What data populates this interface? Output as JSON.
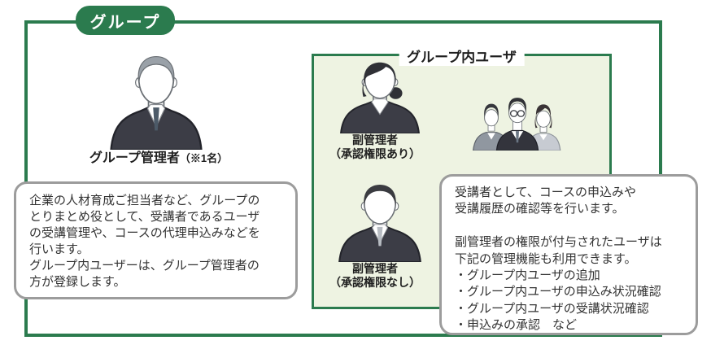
{
  "page": {
    "outer_label": "グループ",
    "inner_box_title": "グループ内ユーザ",
    "group_admin": {
      "label": "グループ管理者",
      "note": "（※1名）"
    },
    "sub_admin_with_approval": [
      "副管理者",
      "（承認権限あり）"
    ],
    "sub_admin_without_approval": [
      "副管理者",
      "（承認権限なし）"
    ],
    "admin_bubble_lines": [
      "企業の人材育成ご担当者など、グループの",
      "とりまとめ役として、受講者であるユーザ",
      "の受講管理や、コースの代理申込みなどを",
      "行います。",
      "グループ内ユーザーは、グループ管理者の",
      "方が登録します。"
    ],
    "member_bubble_lines": [
      "受講者として、コースの申込みや",
      "受講履歴の確認等を行います。",
      "",
      "副管理者の権限が付与されたユーザは",
      "下記の管理機能も利用できます。",
      "・グループ内ユーザの追加",
      "・グループ内ユーザの申込み状況確認",
      "・グループ内ユーザの受講状況確認",
      "・申込みの承認　など"
    ],
    "icons": {
      "group_admin": "business-man-gray-hair-illustration",
      "sub_admin_with_approval": "business-woman-illustration",
      "sub_admin_without_approval": "business-man-illustration",
      "group_members": "three-business-people-illustration"
    }
  },
  "colors": {
    "green": "#2b7b4e",
    "light_green": "#eef3e2",
    "bubble_border": "#9c9c9c"
  }
}
